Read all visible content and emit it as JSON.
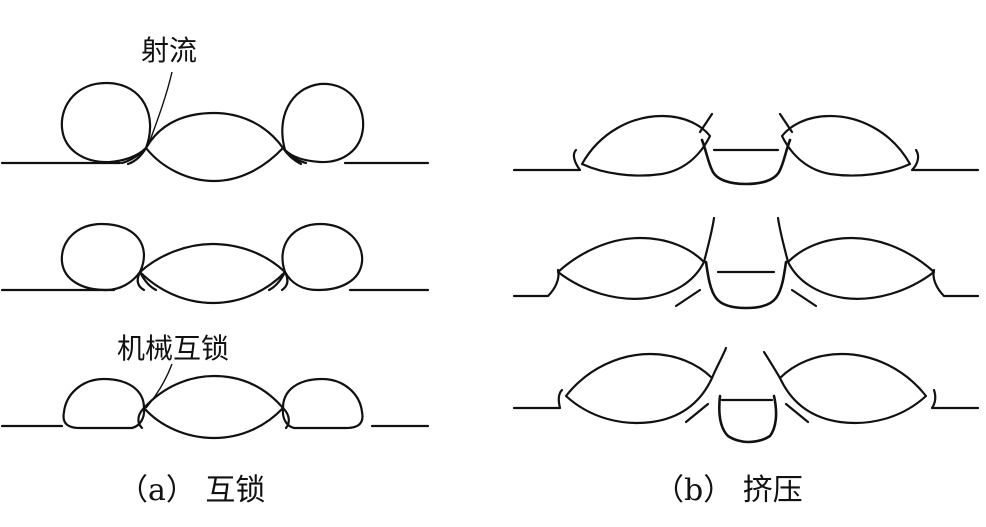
{
  "annotations": {
    "jet": "射流",
    "mechanical_interlock": "机械互锁"
  },
  "captions": {
    "a": "（a） 互锁",
    "b": "（b） 挤压"
  }
}
